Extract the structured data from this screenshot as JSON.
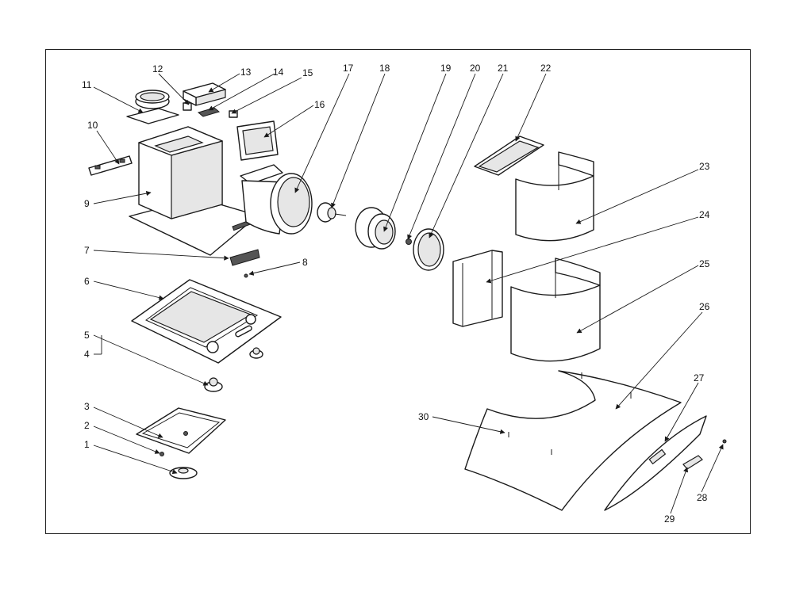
{
  "callouts": [
    "1",
    "2",
    "3",
    "4",
    "5",
    "6",
    "7",
    "8",
    "9",
    "10",
    "11",
    "12",
    "13",
    "14",
    "15",
    "16",
    "17",
    "18",
    "19",
    "20",
    "21",
    "22",
    "23",
    "24",
    "25",
    "26",
    "27",
    "28",
    "29",
    "30"
  ],
  "colors": {
    "line": "#1a1a1a",
    "fill": "#ffffff",
    "shade": "#e6e6e6"
  }
}
